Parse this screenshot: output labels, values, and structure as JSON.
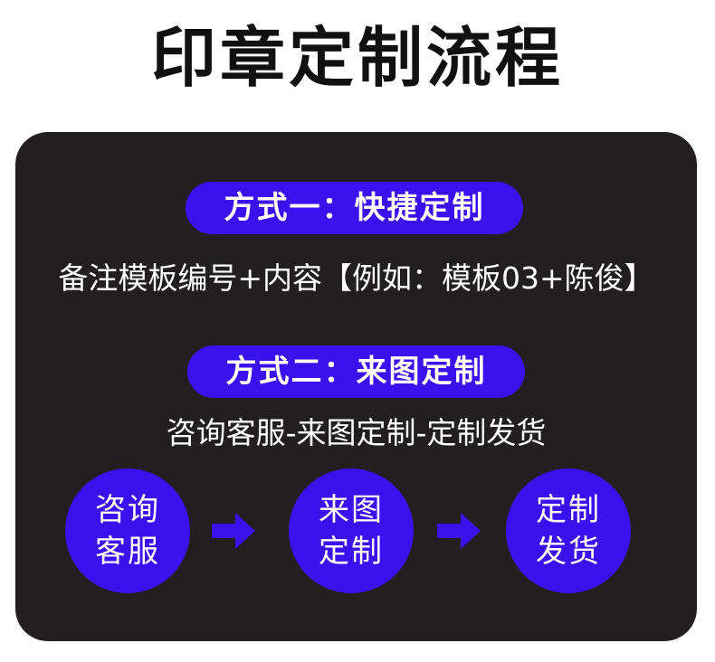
{
  "title": "印章定制流程",
  "colors": {
    "panel_background": "#231f20",
    "accent": "#3a12f0",
    "text_light": "#ffffff",
    "title_text": "#111111"
  },
  "method_one": {
    "label": "方式一：快捷定制",
    "description": "备注模板编号+内容【例如：模板03+陈俊】"
  },
  "method_two": {
    "label": "方式二：来图定制",
    "description": "咨询客服-来图定制-定制发货"
  },
  "steps": [
    {
      "line1": "咨询",
      "line2": "客服"
    },
    {
      "line1": "来图",
      "line2": "定制"
    },
    {
      "line1": "定制",
      "line2": "发货"
    }
  ],
  "arrow_icon": "arrow-right-icon"
}
